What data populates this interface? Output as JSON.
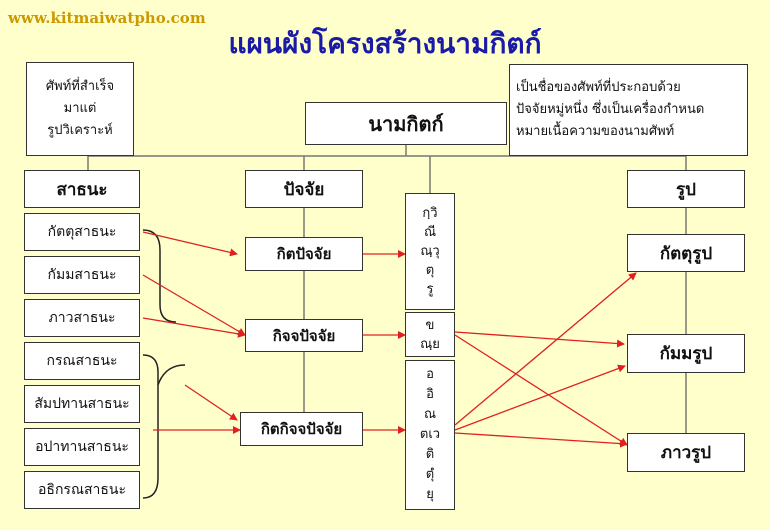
{
  "watermark": "www.kitmaiwatpho.com",
  "title": "แผนผังโครงสร้างนามกิตก์",
  "note_left": [
    "ศัพท์ที่สำเร็จ",
    "มาแต่",
    "รูปวิเคราะห์"
  ],
  "root": "นามกิตก์",
  "note_right": [
    "เป็นชื่อของศัพท์ที่ประกอบด้วย",
    "ปัจจัยหมู่หนึ่ง ซึ่งเป็นเครื่องกำหนด",
    "หมายเนื้อความของนามศัพท์"
  ],
  "headers": {
    "sadhana": "สาธนะ",
    "paccaya": "ปัจจัย",
    "rupa": "รูป"
  },
  "sadhana_items": [
    "กัตตุสาธนะ",
    "กัมมสาธนะ",
    "ภาวสาธนะ",
    "กรณสาธนะ",
    "สัมปทานสาธนะ",
    "อปาทานสาธนะ",
    "อธิกรณสาธนะ"
  ],
  "paccaya_groups": [
    "กิตปัจจัย",
    "กิจจปัจจัย",
    "กิตกิจจปัจจัย"
  ],
  "suffix_groups": [
    [
      "กฺวิ",
      "ณี",
      "ณฺวุ",
      "ตุ",
      "รู"
    ],
    [
      "ข",
      "ณฺย"
    ],
    [
      "อ",
      "อิ",
      "ณ",
      "ตเว",
      "ติ",
      "ตุํ",
      "ยุ"
    ]
  ],
  "rupa_items": [
    "กัตตุรูป",
    "กัมมรูป",
    "ภาวรูป"
  ],
  "colors": {
    "background": "#ffffcc",
    "title": "#1a1aa8",
    "arrow": "#e02020",
    "watermark": "#cc9900"
  }
}
